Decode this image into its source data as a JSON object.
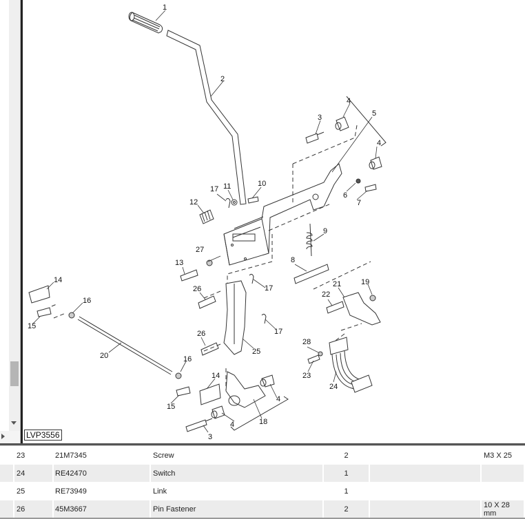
{
  "figure": {
    "label": "LVP3556",
    "callouts": [
      "1",
      "2",
      "3",
      "4",
      "4",
      "5",
      "6",
      "7",
      "8",
      "9",
      "10",
      "11",
      "12",
      "13",
      "14",
      "15",
      "16",
      "17",
      "17",
      "17",
      "18",
      "19",
      "20",
      "21",
      "22",
      "23",
      "24",
      "25",
      "26",
      "26",
      "27",
      "28",
      "3",
      "4",
      "4",
      "14",
      "15",
      "16"
    ]
  },
  "parts_table": {
    "rows": [
      {
        "ref": "23",
        "part_no": "21M7345",
        "description": "Screw",
        "qty": "2",
        "remarks": "",
        "spec": "M3 X 25"
      },
      {
        "ref": "24",
        "part_no": "RE42470",
        "description": "Switch",
        "qty": "1",
        "remarks": "",
        "spec": ""
      },
      {
        "ref": "25",
        "part_no": "RE73949",
        "description": "Link",
        "qty": "1",
        "remarks": "",
        "spec": ""
      },
      {
        "ref": "26",
        "part_no": "45M3667",
        "description": "Pin Fastener",
        "qty": "2",
        "remarks": "",
        "spec": "10 X 28 mm"
      }
    ]
  },
  "labels": {
    "c1": "1",
    "c2": "2",
    "c3a": "3",
    "c4a": "4",
    "c5": "5",
    "c4b": "4",
    "c6": "6",
    "c7": "7",
    "c17a": "17",
    "c11": "11",
    "c10": "10",
    "c12": "12",
    "c9": "9",
    "c27": "27",
    "c13": "13",
    "c8": "8",
    "c17b": "17",
    "c14a": "14",
    "c16a": "16",
    "c15a": "15",
    "c26a": "26",
    "c21": "21",
    "c19": "19",
    "c22": "22",
    "c17c": "17",
    "c20": "20",
    "c26b": "26",
    "c25": "25",
    "c28": "28",
    "c16b": "16",
    "c23": "23",
    "c14b": "14",
    "c24": "24",
    "c15b": "15",
    "c4c": "4",
    "c18": "18",
    "c4d": "4",
    "c3b": "3"
  }
}
